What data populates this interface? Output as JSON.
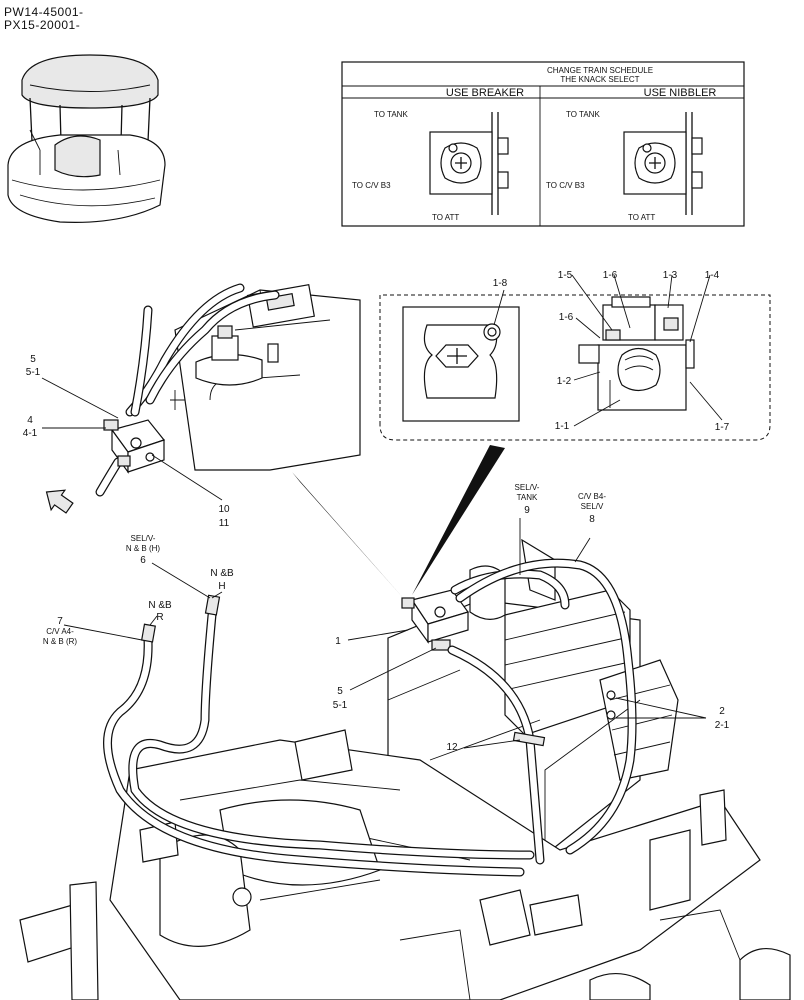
{
  "header": {
    "serial_1": "PW14-45001-",
    "serial_2": "PX15-20001-"
  },
  "table": {
    "title_line1": "CHANGE TRAIN SCHEDULE",
    "title_line2": "THE KNACK SELECT",
    "col_breaker": "USE BREAKER",
    "col_nibbler": "USE NIBBLER",
    "to_tank": "TO TANK",
    "to_cv_b3": "TO C/V B3",
    "to_att": "TO ATT"
  },
  "callouts": {
    "c1_8": "1-8",
    "c1_5": "1-5",
    "c1_6a": "1-6",
    "c1_3": "1-3",
    "c1_4": "1-4",
    "c1_6b": "1-6",
    "c1_2": "1-2",
    "c1_1": "1-1",
    "c1_7": "1-7",
    "c5a": "5",
    "c5_1a": "5-1",
    "c4": "4",
    "c4_1": "4-1",
    "c10": "10",
    "c11": "11",
    "c6_desc1": "SEL/V-",
    "c6_desc2": "N & B (H)",
    "c6": "6",
    "c_nbh1": "N &B",
    "c_nbh2": "H",
    "c_nbr1": "N &B",
    "c_nbr2": "R",
    "c7": "7",
    "c7_desc1": "C/V A4-",
    "c7_desc2": "N & B (R)",
    "c9_desc1": "SEL/V-",
    "c9_desc2": "TANK",
    "c9": "9",
    "c8_desc1": "C/V B4-",
    "c8_desc2": "SEL/V",
    "c8": "8",
    "c1": "1",
    "c5b": "5",
    "c5_1b": "5-1",
    "c2": "2",
    "c2_1": "2-1",
    "c12": "12"
  }
}
